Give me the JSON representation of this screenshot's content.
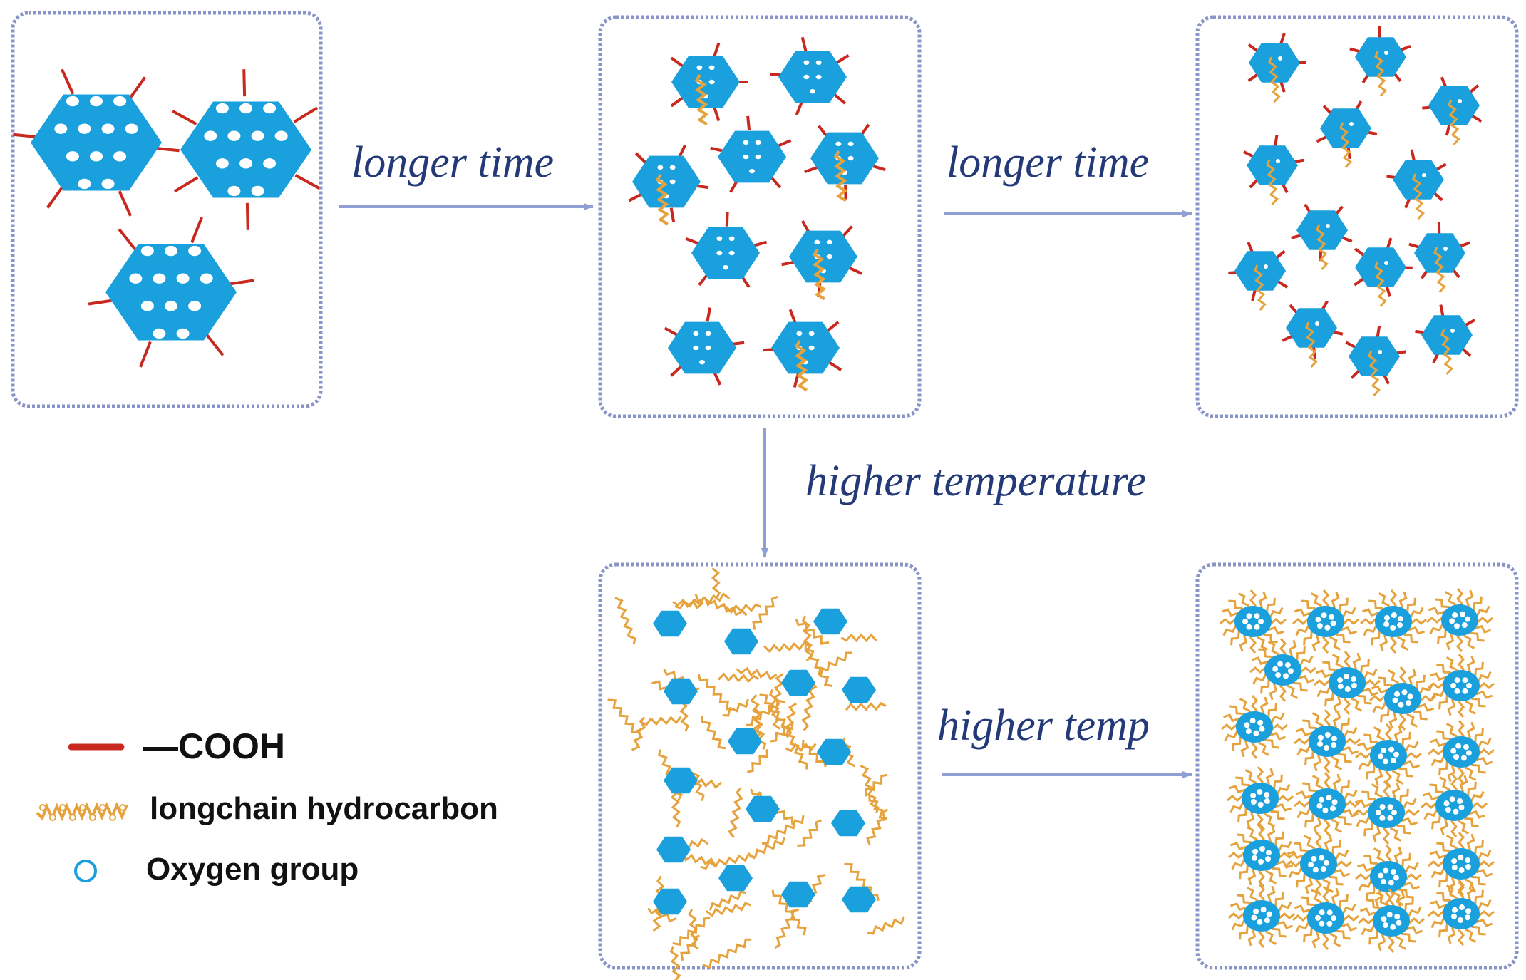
{
  "arrows": {
    "top_left": "longer time",
    "top_right": "longer time",
    "down": "higher temperature",
    "bottom": "higher temp"
  },
  "legend": {
    "cooh": "—COOH",
    "chain": "longchain hydrocarbon",
    "oxygen": "Oxygen group"
  },
  "colors": {
    "sheet": "#1aa0dc",
    "cooh": "#c8281e",
    "chain": "#e6a23c",
    "arrow": "#8f9fd4",
    "text": "#243a78",
    "frame": "#8a94c8"
  }
}
